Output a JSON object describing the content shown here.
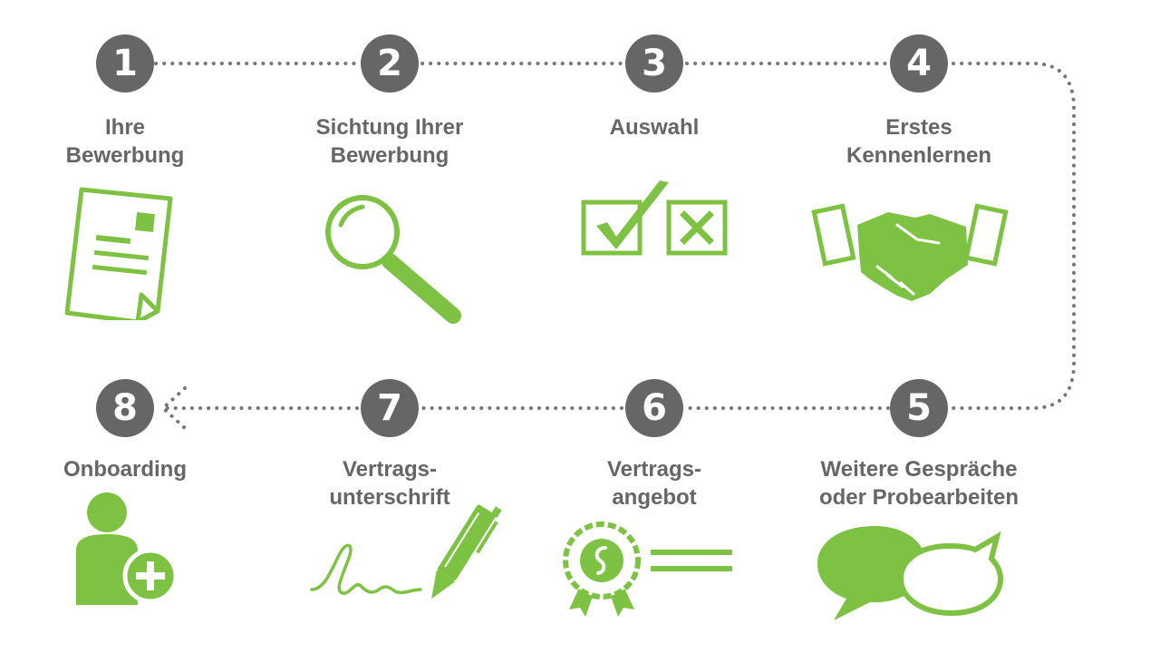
{
  "colors": {
    "accent": "#7dc242",
    "badge": "#666666",
    "text": "#666666",
    "dots": "#777777"
  },
  "steps": [
    {
      "number": "1",
      "label_lines": [
        "Ihre",
        "Bewerbung"
      ],
      "icon": "document-icon"
    },
    {
      "number": "2",
      "label_lines": [
        "Sichtung Ihrer",
        "Bewerbung"
      ],
      "icon": "magnifier-icon"
    },
    {
      "number": "3",
      "label_lines": [
        "Auswahl",
        ""
      ],
      "icon": "checkbox-selection-icon"
    },
    {
      "number": "4",
      "label_lines": [
        "Erstes",
        "Kennenlernen"
      ],
      "icon": "handshake-icon"
    },
    {
      "number": "5",
      "label_lines": [
        "Weitere Gespräche",
        "oder Probearbeiten"
      ],
      "icon": "speech-bubbles-icon"
    },
    {
      "number": "6",
      "label_lines": [
        "Vertrags-",
        "angebot"
      ],
      "icon": "certificate-offer-icon"
    },
    {
      "number": "7",
      "label_lines": [
        "Vertrags-",
        "unterschrift"
      ],
      "icon": "pen-signature-icon"
    },
    {
      "number": "8",
      "label_lines": [
        "Onboarding",
        ""
      ],
      "icon": "user-add-icon"
    }
  ]
}
